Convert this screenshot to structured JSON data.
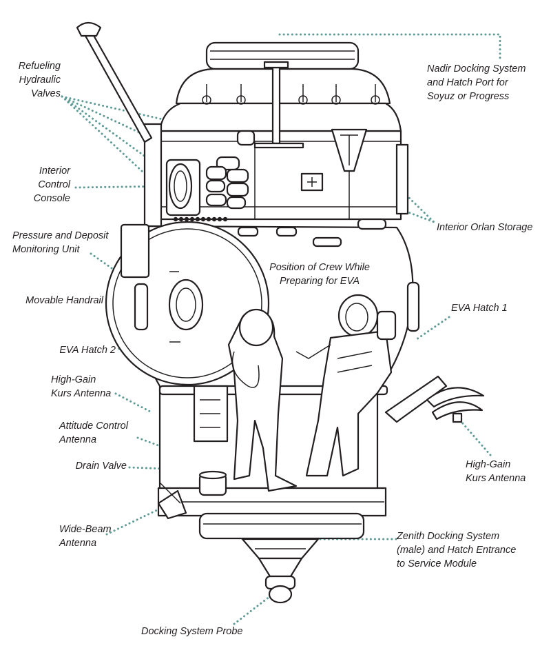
{
  "labels": {
    "refueling": "Refueling\nHydraulic\nValves",
    "nadir": "Nadir Docking System\nand Hatch Port for\nSoyuz or Progress",
    "interior_control": "Interior\nControl\nConsole",
    "orlan": "Interior Orlan Storage",
    "pressure": "Pressure and Deposit\nMonitoring Unit",
    "crew": "Position of Crew While\nPreparing for EVA",
    "handrail": "Movable Handrail",
    "eva1": "EVA Hatch 1",
    "eva2": "EVA Hatch 2",
    "kurs_left": "High-Gain\nKurs Antenna",
    "attitude": "Attitude Control\nAntenna",
    "kurs_right": "High-Gain\nKurs Antenna",
    "drain": "Drain Valve",
    "widebeam": "Wide-Beam\nAntenna",
    "zenith": "Zenith Docking System\n(male) and Hatch Entrance\nto Service Module",
    "probe": "Docking System Probe"
  },
  "colors": {
    "ink": "#231f20",
    "leader": "#5f9b96",
    "background": "#ffffff"
  }
}
